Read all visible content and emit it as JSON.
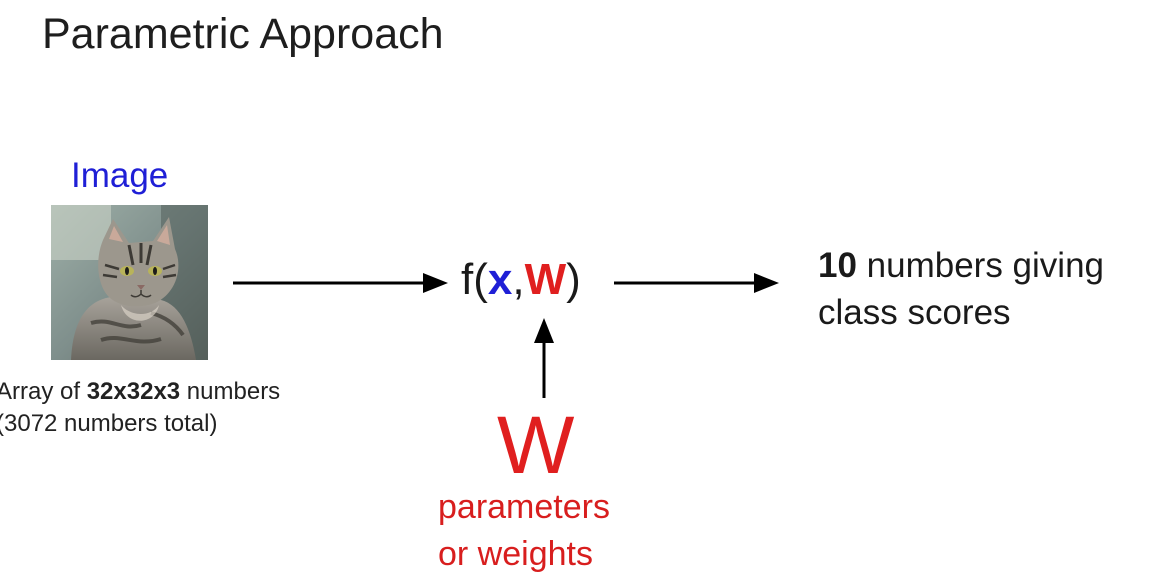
{
  "title": "Parametric Approach",
  "image_label": "Image",
  "array_caption": {
    "prefix": "Array of ",
    "dims": "32x32x3",
    "suffix": " numbers",
    "line2": "(3072 numbers total)"
  },
  "function": {
    "open": "f(",
    "x": "x",
    "comma": ",",
    "w": "W",
    "close": ")"
  },
  "weights": {
    "symbol": "W",
    "line1": "parameters",
    "line2": "or weights"
  },
  "output": {
    "count": "10",
    "line1_rest": " numbers giving",
    "line2": "class scores"
  },
  "colors": {
    "blue": "#1f1fd6",
    "red": "#e01f1f",
    "text": "#1a1a1a"
  },
  "icons": [
    "cat-image",
    "arrow-right",
    "arrow-up"
  ]
}
